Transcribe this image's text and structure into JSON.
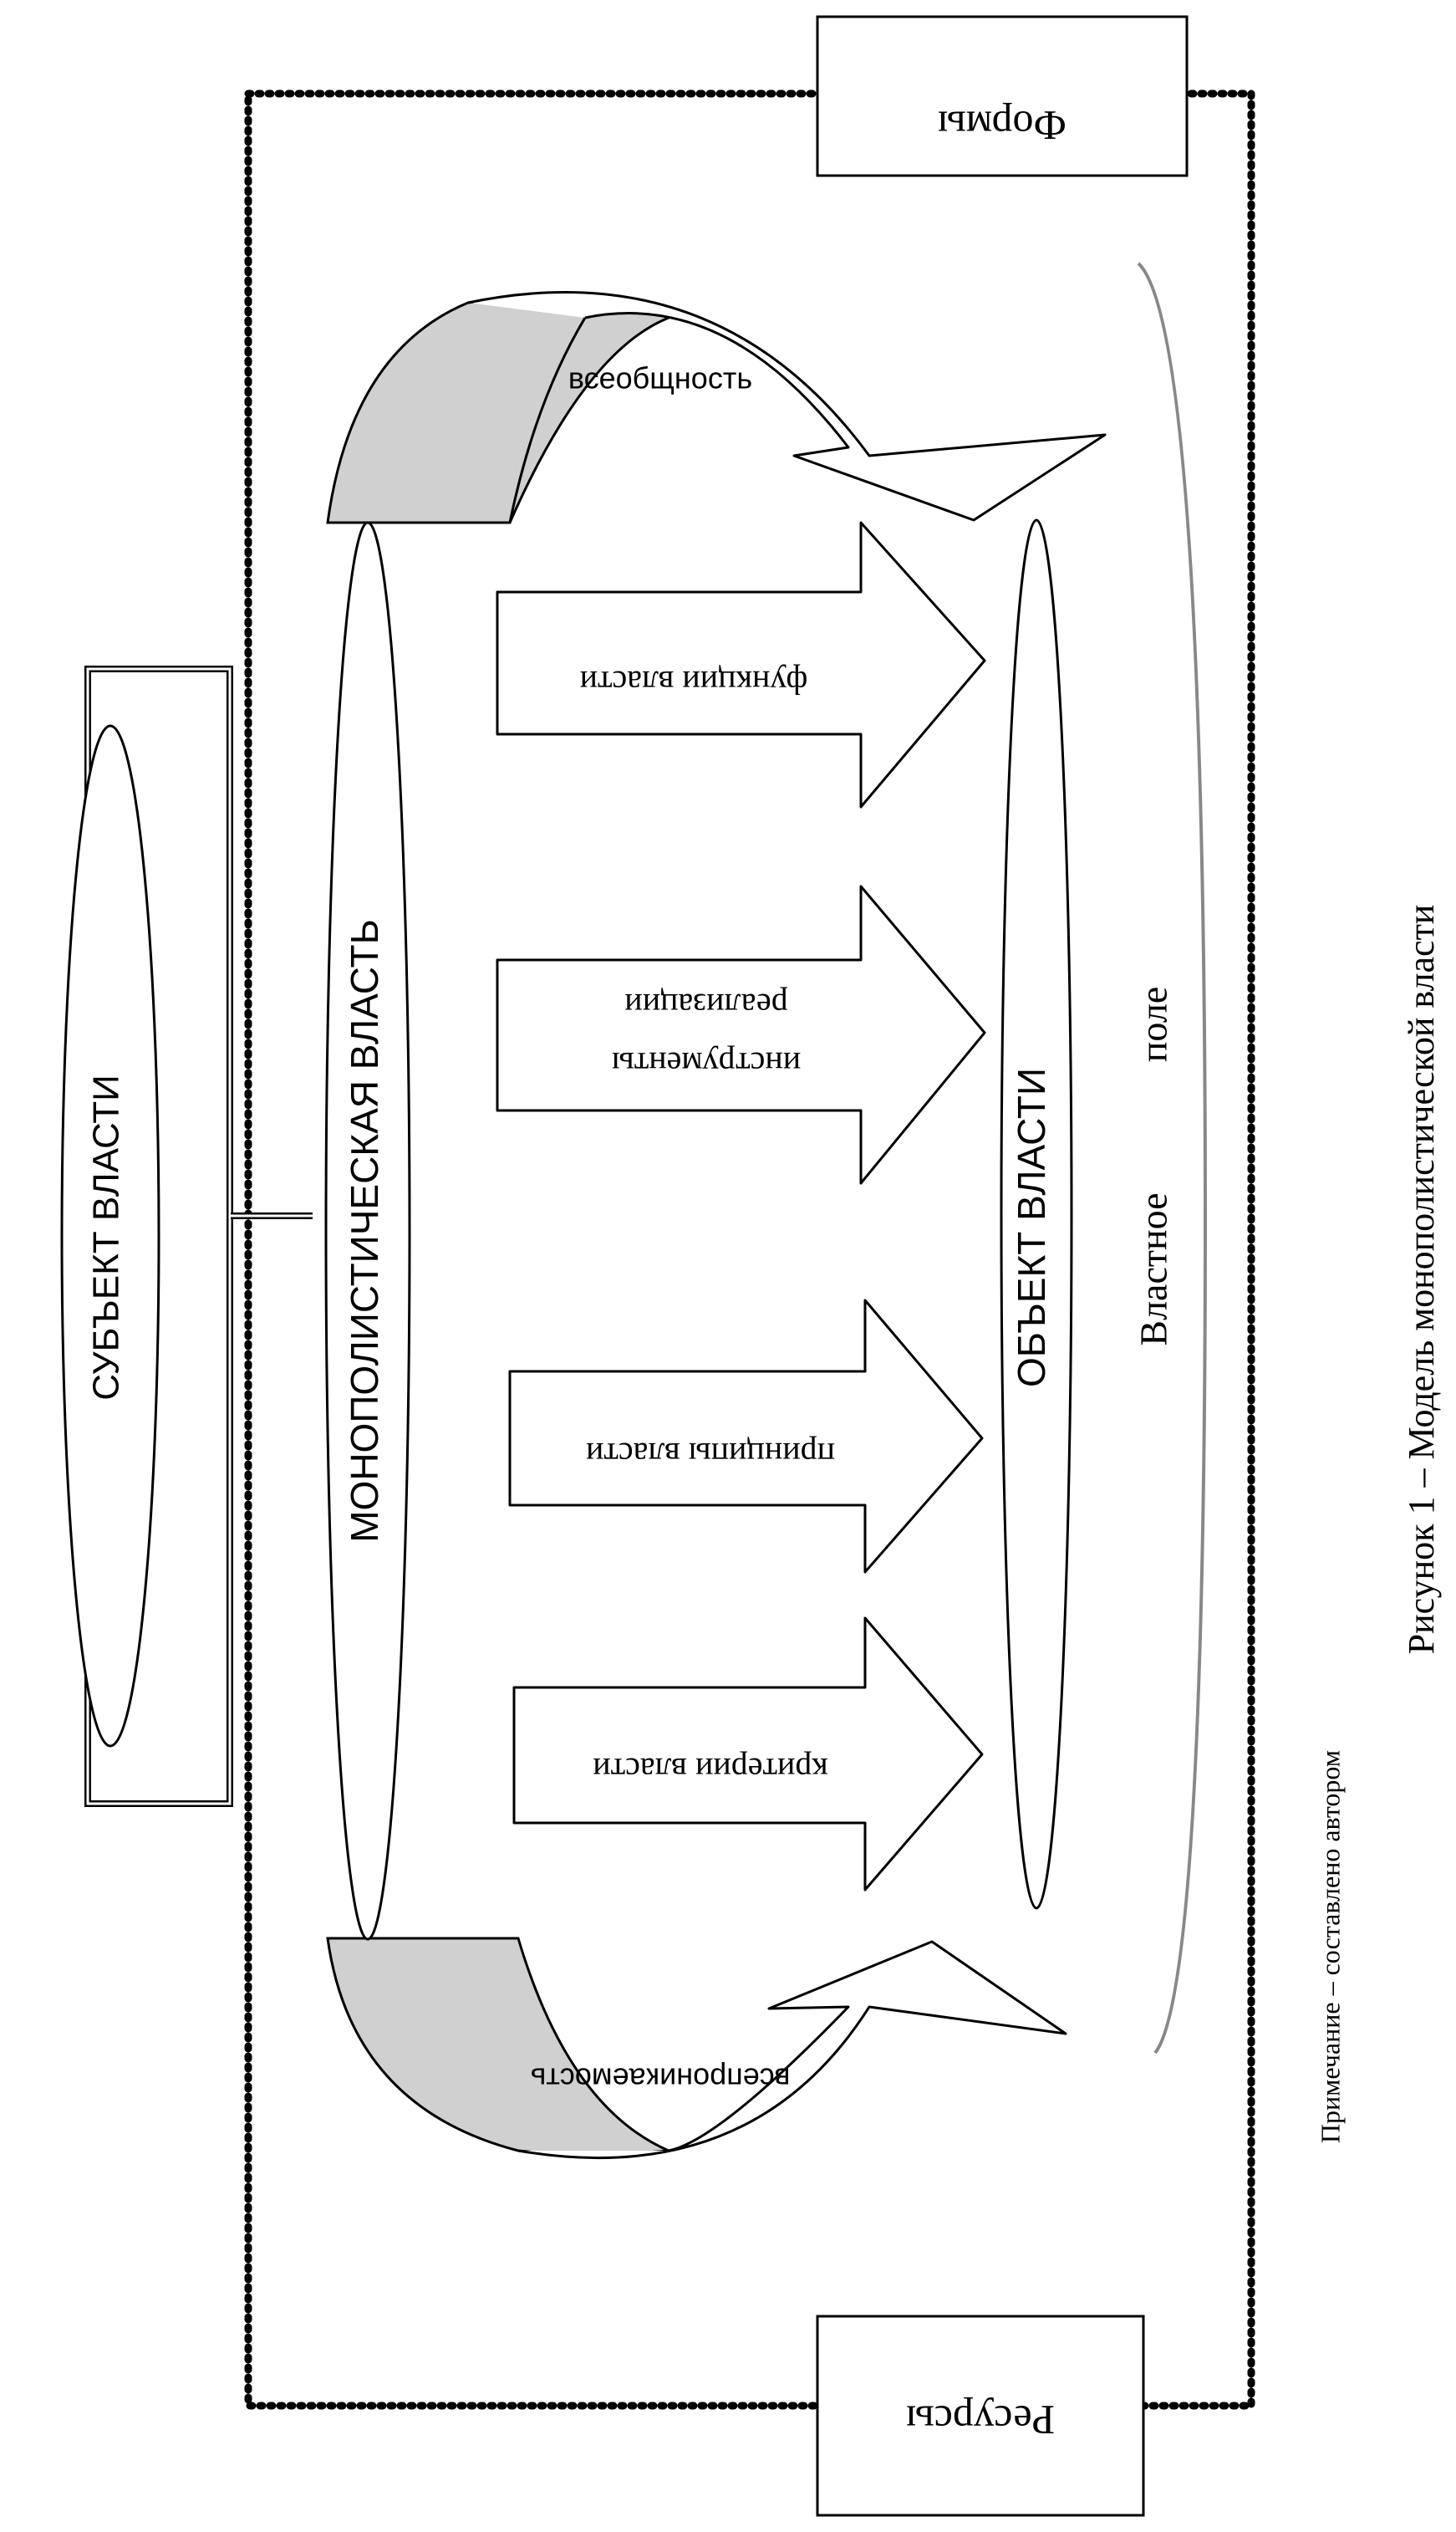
{
  "diagram": {
    "subject": "СУБЪЕКТ ВЛАСТИ",
    "center": "МОНОПОЛИСТИЧЕСКАЯ ВЛАСТЬ",
    "object": "ОБЪЕКТ ВЛАСТИ",
    "field_word1": "Властное",
    "field_word2": "поле",
    "forms": "Формы",
    "resources": "Ресурсы",
    "arc_top_label": "всеобщность",
    "arc_bottom_label": "всепроникаемость",
    "arrows": [
      {
        "line1": "функции власти",
        "line2": ""
      },
      {
        "line1": "инструменты",
        "line2": "реализации"
      },
      {
        "line1": "принципы власти",
        "line2": ""
      },
      {
        "line1": "критерии власти",
        "line2": ""
      }
    ]
  },
  "caption": "Рисунок 1 – Модель монополистической власти",
  "note": "Примечание – составлено автором",
  "colors": {
    "line": "#000000",
    "fill_gray": "#d0d0d0",
    "field_bracket": "#888888",
    "background": "#ffffff"
  }
}
